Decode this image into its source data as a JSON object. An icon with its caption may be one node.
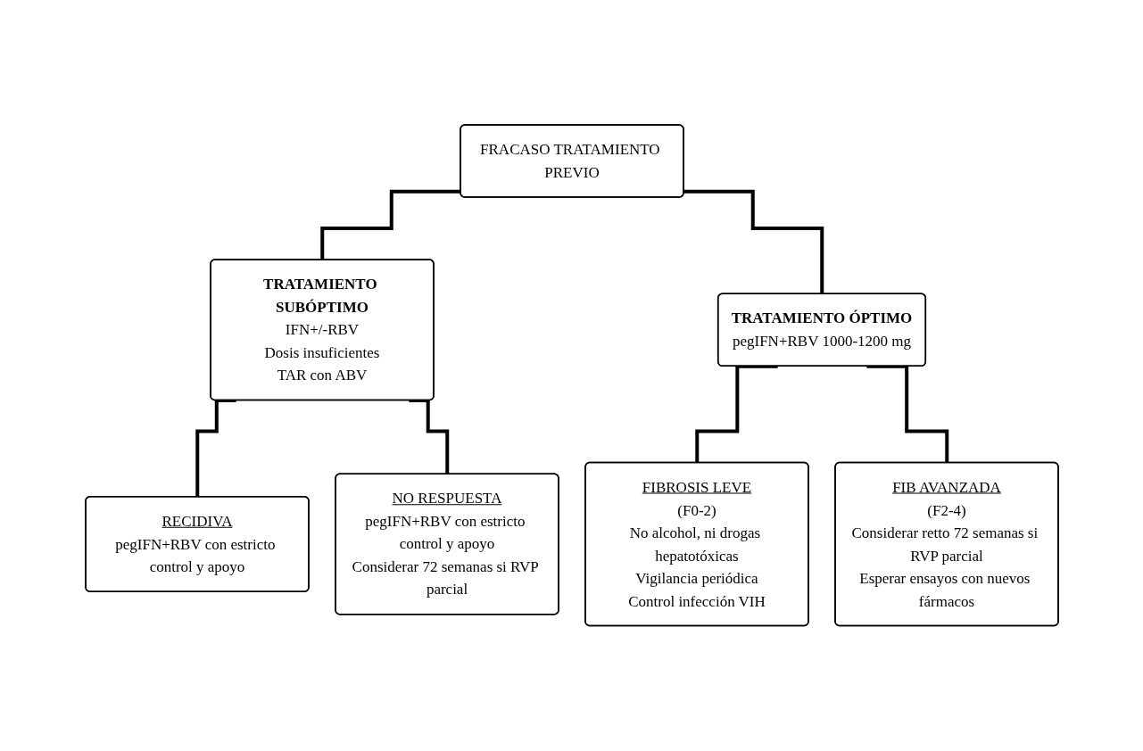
{
  "diagram": {
    "nodes": [
      {
        "text": [
          "FRACASO TRATAMIENTO PREVIO"
        ]
      },
      {
        "text": [
          "TRATAMIENTO SUBÓPTIMO",
          "IFN+/-RBV",
          "Dosis insuficientes",
          "TAR con ABV"
        ]
      },
      {
        "text": [
          "TRATAMIENTO ÓPTIMO",
          "pegIFN+RBV 1000-1200 mg"
        ]
      },
      {
        "text": [
          "RECIDIVA",
          "pegIFN+RBV con estricto control y apoyo"
        ]
      },
      {
        "text": [
          "NO RESPUESTA",
          "pegIFN+RBV con estricto control y apoyo",
          "Considerar 72 semanas si RVP parcial"
        ]
      },
      {
        "text": [
          "FIBROSIS LEVE",
          "(F0-2)",
          "No alcohol, ni drogas hepatotóxicas",
          "Vigilancia periódica",
          "Control infección VIH"
        ]
      },
      {
        "text": [
          "FIB AVANZADA",
          "(F2-4)",
          "Considerar retto 72 semanas si RVP parcial",
          "Esperar ensayos con nuevos fármacos"
        ]
      }
    ],
    "edges": [
      {
        "from": 0,
        "to": 1,
        "arrow": "none"
      },
      {
        "from": 0,
        "to": 2,
        "arrow": "none"
      },
      {
        "from": 1,
        "to": 3,
        "arrow": "none"
      },
      {
        "from": 1,
        "to": 4,
        "arrow": "none"
      },
      {
        "from": 2,
        "to": 5,
        "arrow": "none"
      },
      {
        "from": 2,
        "to": 6,
        "arrow": "none"
      }
    ]
  }
}
